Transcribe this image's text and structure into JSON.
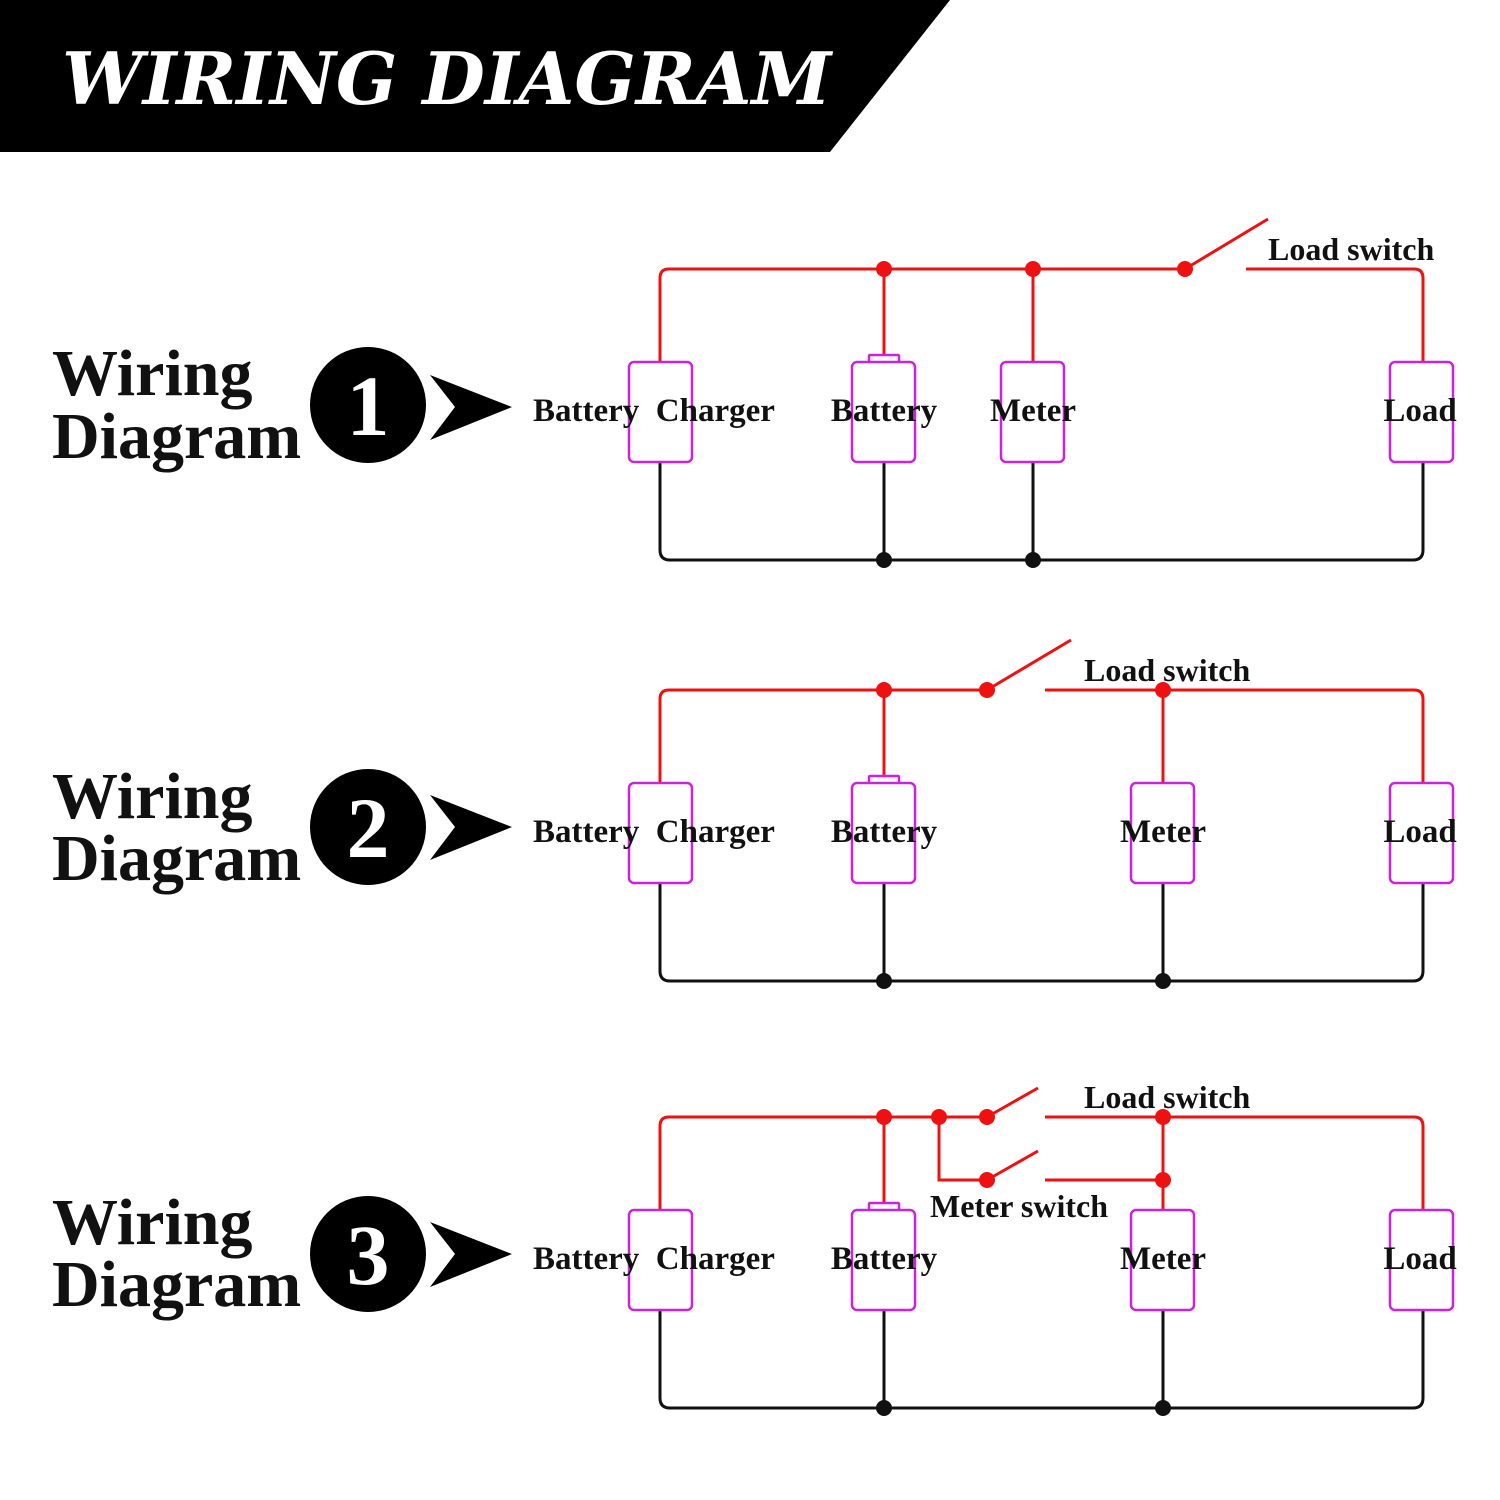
{
  "header": {
    "title": "WIRING DIAGRAM"
  },
  "colors": {
    "positive_wire": "#ee1111",
    "negative_wire": "#111111",
    "component_outline": "#cc22dd",
    "banner": "#000000"
  },
  "diagrams": [
    {
      "label_line1": "Wiring",
      "label_line2": "Diagram",
      "number": "1",
      "components": {
        "charger": "Battery  Charger",
        "battery": "Battery",
        "meter": "Meter",
        "load": "Load"
      },
      "switches": {
        "load": "Load switch"
      }
    },
    {
      "label_line1": "Wiring",
      "label_line2": "Diagram",
      "number": "2",
      "components": {
        "charger": "Battery  Charger",
        "battery": "Battery",
        "meter": "Meter",
        "load": "Load"
      },
      "switches": {
        "load": "Load switch"
      }
    },
    {
      "label_line1": "Wiring",
      "label_line2": "Diagram",
      "number": "3",
      "components": {
        "charger": "Battery  Charger",
        "battery": "Battery",
        "meter": "Meter",
        "load": "Load"
      },
      "switches": {
        "load": "Load switch",
        "meter": "Meter switch"
      }
    }
  ]
}
